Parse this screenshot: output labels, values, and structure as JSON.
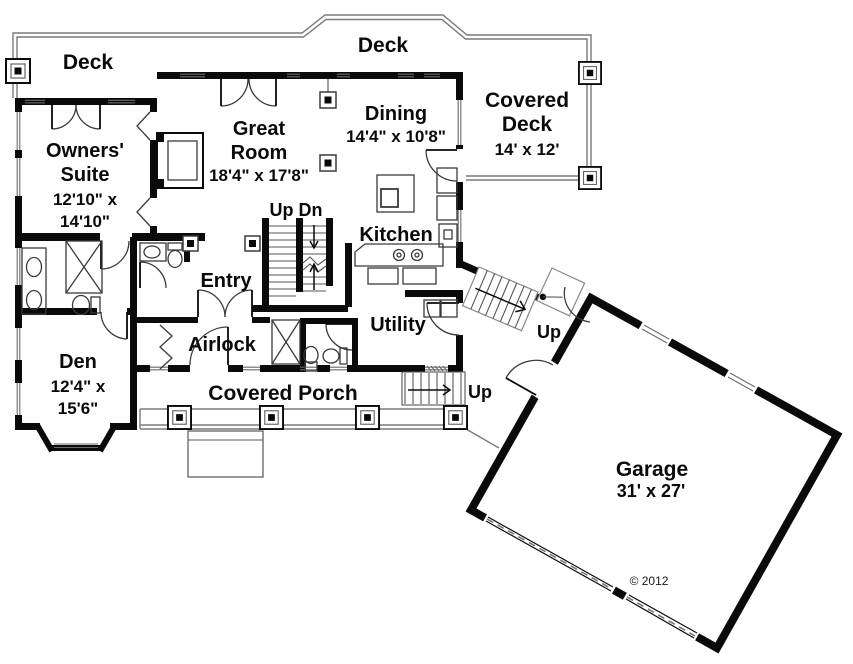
{
  "title": "House floor plan",
  "colors": {
    "background": "#ffffff",
    "wall": "#0a0a0a",
    "thin_line": "#555555",
    "deck_line": "#7a7a7a"
  },
  "rooms": {
    "deck_left": {
      "label": "Deck"
    },
    "deck_top": {
      "label": "Deck"
    },
    "covered_deck": {
      "label_line1": "Covered",
      "label_line2": "Deck",
      "dims": "14' x 12'"
    },
    "owners_suite": {
      "label_line1": "Owners'",
      "label_line2": "Suite",
      "dims_line1": "12'10\" x",
      "dims_line2": "14'10\""
    },
    "great_room": {
      "label_line1": "Great",
      "label_line2": "Room",
      "dims": "18'4\" x 17'8\""
    },
    "dining": {
      "label": "Dining",
      "dims": "14'4\" x 10'8\""
    },
    "kitchen": {
      "label": "Kitchen"
    },
    "entry": {
      "label": "Entry"
    },
    "airlock": {
      "label": "Airlock"
    },
    "utility": {
      "label": "Utility"
    },
    "den": {
      "label": "Den",
      "dims_line1": "12'4\" x",
      "dims_line2": "15'6\""
    },
    "covered_porch": {
      "label": "Covered Porch"
    },
    "garage": {
      "label": "Garage",
      "dims": "31' x 27'"
    }
  },
  "stairs": {
    "main_label": "Up Dn",
    "garage_label": "Up",
    "porch_label": "Up"
  },
  "copyright": "© 2012"
}
